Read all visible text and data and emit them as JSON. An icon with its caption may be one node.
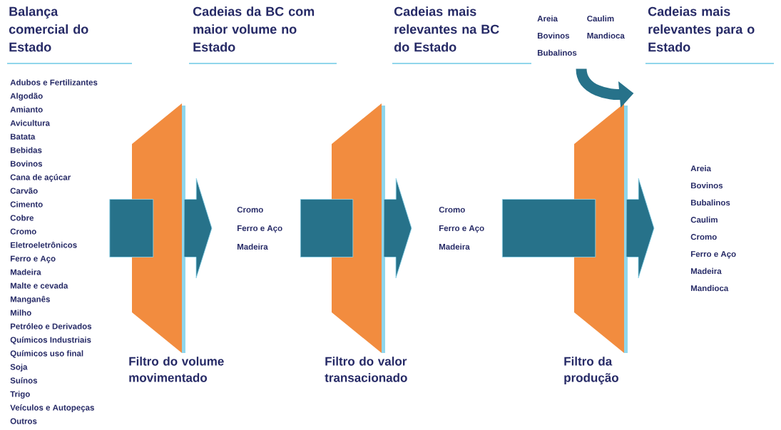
{
  "diagram": {
    "nodes": [
      {
        "text": [
          "Adubos e Fertilizantes",
          "Algodão",
          "Amianto",
          "Avicultura",
          "Batata",
          "Bebidas",
          "Bovinos",
          "Cana de açúcar",
          "Carvão",
          "Cimento",
          "Cobre",
          "Cromo",
          "Eletroeletrônicos",
          "Ferro e Aço",
          "Madeira",
          "Malte e cevada",
          "Manganês",
          "Milho",
          "Petróleo e Derivados",
          "Químicos Industriais",
          "Químicos uso final",
          "Soja",
          "Suínos",
          "Trigo",
          "Veículos e Autopeças",
          "Outros"
        ]
      },
      {
        "text": [],
        "shape": "trapezoid",
        "beside": [
          "Filtro do volume movimentado"
        ]
      },
      {
        "text": [
          "Cromo",
          "Ferro e Aço",
          "Madeira"
        ]
      },
      {
        "text": [],
        "shape": "trapezoid",
        "beside": [
          "Filtro do valor transacionado"
        ]
      },
      {
        "text": [
          "Cromo",
          "Ferro e Aço",
          "Madeira"
        ]
      },
      {
        "text": [],
        "shape": "trapezoid",
        "beside": [
          "Filtro da produção"
        ]
      },
      {
        "text": [
          "Areia",
          "Bovinos",
          "Bubalinos",
          "Caulim",
          "Cromo",
          "Ferro e Aço",
          "Madeira",
          "Mandioca"
        ]
      },
      {
        "text": [
          "Areia",
          "Bovinos",
          "Bubalinos",
          "Caulim",
          "Mandioca"
        ]
      }
    ],
    "edges": [
      {
        "from": 0,
        "to": 1,
        "arrow": "none"
      },
      {
        "from": 1,
        "to": 2,
        "arrow": "to"
      },
      {
        "from": 2,
        "to": 3,
        "arrow": "none"
      },
      {
        "from": 3,
        "to": 4,
        "arrow": "to"
      },
      {
        "from": 4,
        "to": 5,
        "arrow": "none"
      },
      {
        "from": 5,
        "to": 6,
        "arrow": "to"
      },
      {
        "from": 7,
        "to": 5,
        "arrow": "to"
      }
    ],
    "labels": [
      "Balança comercial do Estado",
      "Cadeias da BC com maior volume no Estado",
      "Cadeias mais relevantes na BC do Estado",
      "Cadeias mais relevantes para o Estado"
    ]
  }
}
